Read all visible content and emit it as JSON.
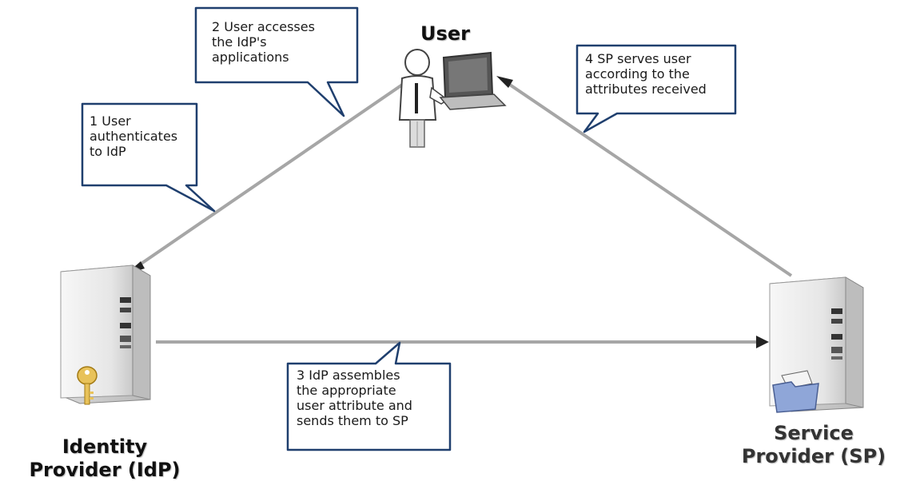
{
  "nodes": {
    "user": {
      "label": "User"
    },
    "idp": {
      "label": "Identity\nProvider (IdP)"
    },
    "sp": {
      "label": "Service\nProvider (SP)"
    }
  },
  "callouts": [
    {
      "id": "step-1",
      "text": "1 User\nauthenticates\nto IdP"
    },
    {
      "id": "step-2",
      "text": "2 User  accesses\nthe IdP's\napplications"
    },
    {
      "id": "step-3",
      "text": "3 IdP assembles\nthe appropriate\nuser attribute and\nsends them to SP"
    },
    {
      "id": "step-4",
      "text": "4 SP  serves user\naccording to the\nattributes received"
    }
  ],
  "colors": {
    "arrow": "#a6a6a6",
    "arrowhead": "#222222",
    "callout_border": "#1f3f6e",
    "server_body": "#ececec",
    "key": "#e8c25a",
    "folder": "#8fa6d8"
  },
  "icons": {
    "user": "user-with-laptop-icon",
    "idp": "server-with-key-icon",
    "sp": "server-with-folder-icon"
  }
}
